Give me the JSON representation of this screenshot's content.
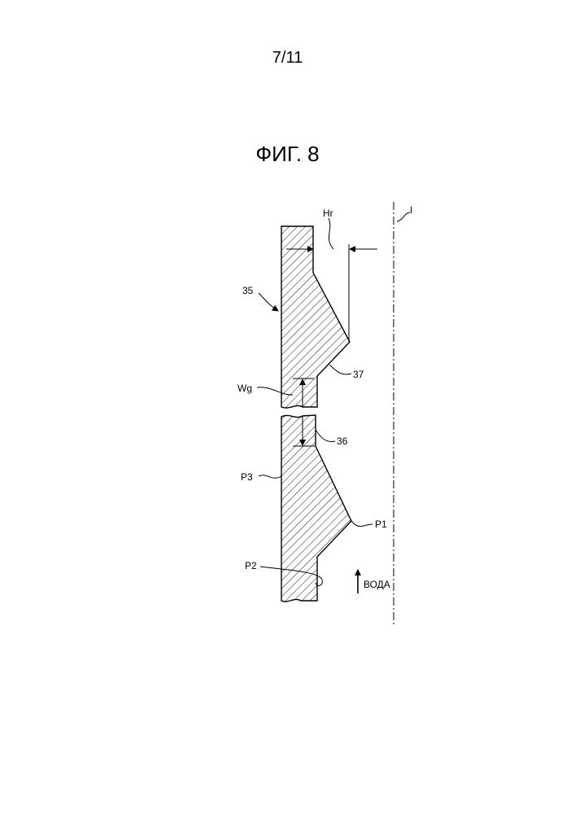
{
  "page_number": "7/11",
  "figure_title": "ФИГ. 8",
  "labels": {
    "hr": "Hr",
    "axis": "I",
    "part_35": "35",
    "part_37": "37",
    "wg": "Wg",
    "part_36": "36",
    "p3": "P3",
    "p1": "P1",
    "p2": "P2",
    "flow": "ВОДА"
  }
}
